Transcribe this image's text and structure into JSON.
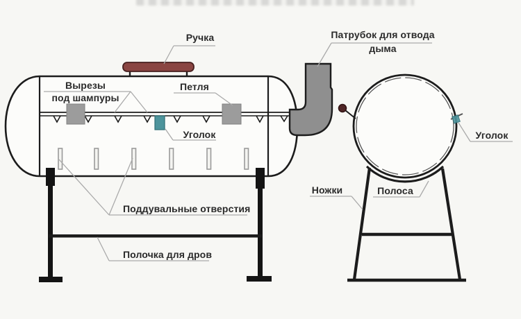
{
  "labels": {
    "handle": "Ручка",
    "smoke_outlet_line1": "Патрубок для отвода",
    "smoke_outlet_line2": "дыма",
    "skewer_cutouts_line1": "Вырезы",
    "skewer_cutouts_line2": "под шампуры",
    "hinge": "Петля",
    "angle_bracket_left": "Уголок",
    "air_vents": "Поддувальные отверстия",
    "firewood_shelf": "Полочка для дров",
    "legs": "Ножки",
    "steel_strip": "Полоса",
    "angle_bracket_right": "Уголок"
  },
  "colors": {
    "background": "#f7f7f4",
    "outline": "#1c1c1c",
    "interior_fill": "#fcfcfa",
    "handle": "#8a4542",
    "handle_outline": "#47201f",
    "pipe": "#8f8f8f",
    "hinge_block": "#9c9c9c",
    "angle_bracket": "#4d949c",
    "knob": "#502626",
    "leader_line": "#aaaaaa",
    "label_text": "#2a2a2a"
  }
}
